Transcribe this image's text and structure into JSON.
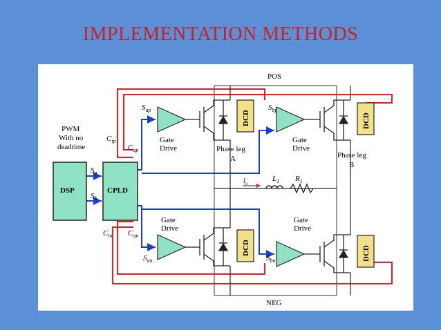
{
  "slide": {
    "title": "IMPLEMENTATION METHODS"
  },
  "colors": {
    "background": "#5b8fd6",
    "title": "#cc1f1f",
    "red_wire": "#e02020",
    "blue_wire": "#1a3fcf",
    "block_fill": "#8fe3c4",
    "amp_fill": "#8fe3c4",
    "dcd_fill": "#f2e08a"
  },
  "diagram": {
    "pos_label": "POS",
    "neg_label": "NEG",
    "pwm_line1": "PWM",
    "pwm_line2": "With no",
    "pwm_line3": "deadtime",
    "dsp_label": "DSP",
    "cpld_label": "CPLD",
    "sa_label": "S",
    "sa_sub": "a",
    "sb_label": "S",
    "sb_sub": "b",
    "ctp_label": "C",
    "ctp_sub": "tp",
    "cap_label": "C",
    "cap_sub": "ap",
    "can_label": "C",
    "can_sub": "an",
    "ctn_label": "C",
    "ctn_sub": "tn",
    "sap_label": "S",
    "sap_sub": "ap",
    "sbp_label": "S",
    "sbp_sub": "bp",
    "san_label": "S",
    "san_sub": "an",
    "sbn_label": "S",
    "sbn_sub": "bn",
    "gate_word": "Gate",
    "drive_word": "Drive",
    "dcd_label": "DCD",
    "phase_a_line1": "Phase leg",
    "phase_a_line2": "A",
    "phase_b_line1": "Phase leg",
    "phase_b_line2": "B",
    "io_label": "i",
    "io_sub": "o",
    "l1_label": "L",
    "l1_sub": "1",
    "r1_label": "R",
    "r1_sub": "1"
  }
}
